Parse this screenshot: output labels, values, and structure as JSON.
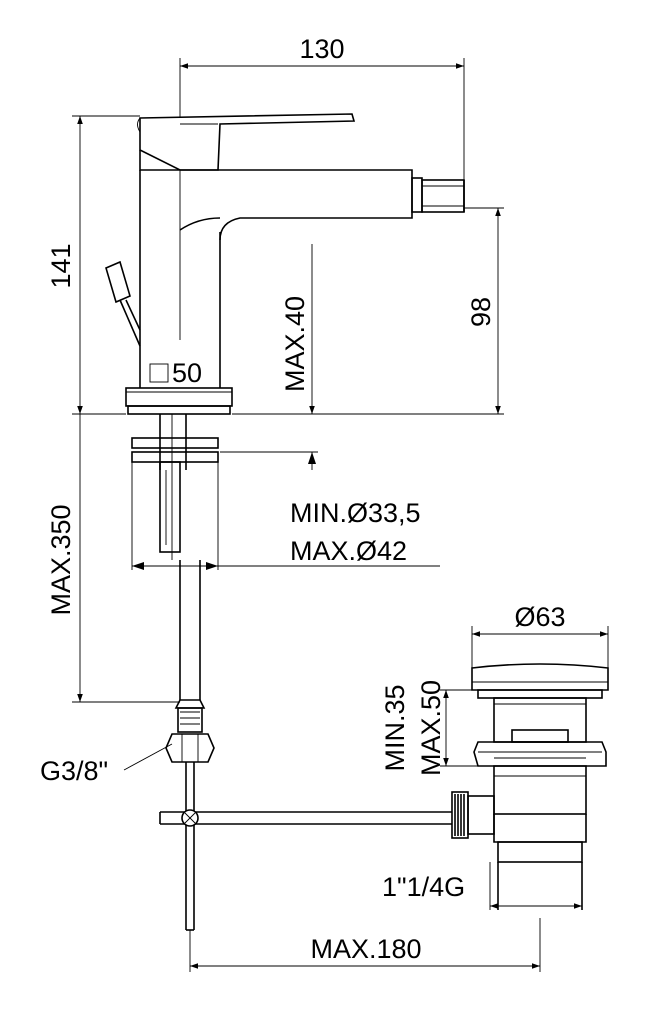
{
  "dimensions": {
    "total_width": "130",
    "total_height": "141",
    "spout_height": "98",
    "deck_thickness": "MAX.40",
    "base_diameter": "50",
    "hole_min": "MIN.Ø33,5",
    "hole_max": "MAX.Ø42",
    "hose_length": "MAX.350",
    "connection_thread": "G3/8\"",
    "waste_diameter": "Ø63",
    "waste_min": "MIN.35",
    "waste_max": "MAX.50",
    "waste_thread": "1\"1/4G",
    "rod_length": "MAX.180"
  }
}
